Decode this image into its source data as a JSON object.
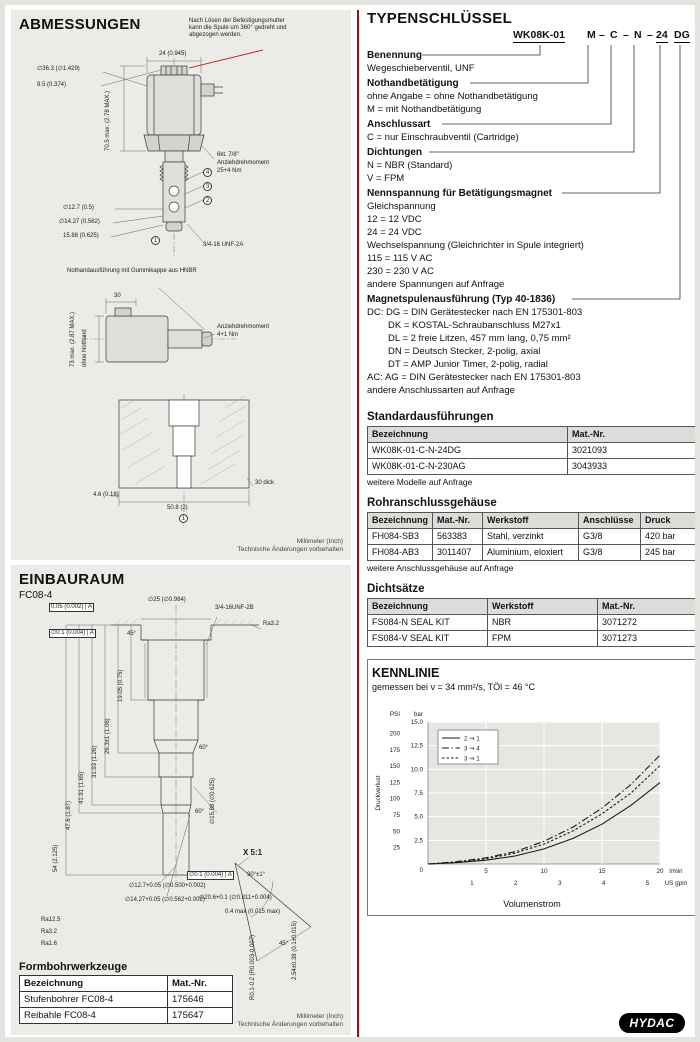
{
  "page": {
    "logo": "HYDAC"
  },
  "left": {
    "abmessungen": {
      "title": "ABMESSUNGEN",
      "spule_note": "Nach Lösen der Befestigungsmutter kann die Spule um 360° gedreht und abgezogen werden.",
      "footnote_units": "Millimeter (Inch)",
      "footnote_changes": "Technische Änderungen vorbehalten",
      "labels": {
        "d36": "∅36.3 (∅1.429)",
        "w24": "24 (0.945)",
        "h95": "9.5 (0.374)",
        "h705": "70.5 max. (2.78 MAX.)",
        "hex": "6kt. 7/8\"",
        "torque1a": "Anziehdrehmoment",
        "torque1b": "25+4 Nm",
        "d127": "∅12.7 (0.5)",
        "d1427": "∅14.27 (0.562)",
        "d1588": "15.88 (0.625)",
        "thread": "3/4-16 UNF-2A",
        "nothand": "Nothandausführung mit Gummikappe aus HNBR",
        "w30": "30",
        "torque2a": "Anziehdrehmoment",
        "torque2b": "4+1 Nm",
        "h73": "73 max. (2.87 MAX.)",
        "ohne": "ohne Nothand",
        "b46": "4.6 (0.18)",
        "b508": "50.8 (2)",
        "dick": "30 dick",
        "p1": "1",
        "p2": "2",
        "p3": "3",
        "p4": "4"
      }
    },
    "einbauraum": {
      "title": "EINBAURAUM",
      "subtitle": "FC08-4",
      "footnote_units": "Millimeter (Inch)",
      "footnote_changes": "Technische Änderungen vorbehalten",
      "labels": {
        "d25": "∅25 (∅0.984)",
        "thread": "3/4-16UNF-2B",
        "d1588": "∅15.88 (∅0.625)",
        "tol1": "0.05 (0.002) | A",
        "tol2": "∅0.1 (0.004) | A",
        "ra32": "Ra3.2",
        "ra125": "Ra12.5",
        "ra16": "Ra1.6",
        "a60": "60°",
        "a45": "45°",
        "a30": "30°±1°",
        "detail": "X 5:1",
        "d206": "∅20.6+0.1 (∅0.811+0.004)",
        "r04": "0.4 max (0.015 max)",
        "d127": "∅12.7+0.05 (∅0.500+0.002)",
        "d1427": "∅14.27+0.05 (∅0.562+0.002)",
        "c254": "2.54±0.38 (0.1±0.015)",
        "r0102": "R0.1-0.2 (R0.003-0.007)",
        "s1905": "19.05 (0.75)",
        "s263": "26.3±1 (1.06)",
        "s3193": "31.93 (1.26)",
        "s4191": "41.91 (1.65)",
        "s476": "47.6 (1.87)",
        "s54": "54 (2.125)"
      }
    },
    "formbohrwerkzeuge": {
      "title": "Formbohrwerkzeuge",
      "headers": [
        "Bezeichnung",
        "Mat.-Nr."
      ],
      "rows": [
        {
          "bezeichnung": "Stufenbohrer FC08-4",
          "mat_nr": "175646"
        },
        {
          "bezeichnung": "Reibahle FC08-4",
          "mat_nr": "175647"
        }
      ]
    }
  },
  "right": {
    "typ": {
      "title": "TYPENSCHLÜSSEL",
      "code_parts": [
        "WK08K-01",
        "M",
        "C",
        "N",
        "24",
        "DG"
      ],
      "code_sep": "–",
      "sections": [
        {
          "heading": "Benennung",
          "lines": [
            "Wegeschieberventil, UNF"
          ]
        },
        {
          "heading": "Nothandbetätigung",
          "lines": [
            "ohne Angabe = ohne Nothandbetätigung",
            "M = mit Nothandbetätigung"
          ]
        },
        {
          "heading": "Anschlussart",
          "lines": [
            "C = nur Einschraubventil (Cartridge)"
          ]
        },
        {
          "heading": "Dichtungen",
          "lines": [
            "N = NBR (Standard)",
            "V = FPM"
          ]
        },
        {
          "heading": "Nennspannung für Betätigungsmagnet",
          "lines": [
            "Gleichspannung",
            "12 = 12 VDC",
            "24 = 24 VDC",
            "Wechselspannung (Gleichrichter in Spule integriert)",
            "115 = 115 V AC",
            "230 = 230 V AC",
            "andere Spannungen auf Anfrage"
          ]
        },
        {
          "heading": "Magnetspulenausführung (Typ 40-1836)",
          "lines": [
            "DC: DG = DIN Gerätestecker nach EN 175301-803",
            "DK = KOSTAL-Schraubanschluss M27x1",
            "DL = 2 freie Litzen, 457 mm lang, 0,75 mm²",
            "DN = Deutsch Stecker, 2-polig, axial",
            "DT = AMP Junior Timer, 2-polig, radial",
            "AC: AG = DIN Gerätestecker nach EN 175301-803",
            "andere Anschlussarten auf Anfrage"
          ]
        }
      ]
    },
    "standard": {
      "title": "Standardausführungen",
      "headers": [
        "Bezeichnung",
        "Mat.-Nr."
      ],
      "rows": [
        {
          "bezeichnung": "WK08K-01-C-N-24DG",
          "mat_nr": "3021093"
        },
        {
          "bezeichnung": "WK08K-01-C-N-230AG",
          "mat_nr": "3043933"
        }
      ],
      "note": "weitere Modelle auf Anfrage"
    },
    "rohr": {
      "title": "Rohranschlussgehäuse",
      "headers": [
        "Bezeichnung",
        "Mat.-Nr.",
        "Werkstoff",
        "Anschlüsse",
        "Druck"
      ],
      "rows": [
        {
          "bezeichnung": "FH084-SB3",
          "mat_nr": "563383",
          "werkstoff": "Stahl, verzinkt",
          "anschluesse": "G3/8",
          "druck": "420 bar"
        },
        {
          "bezeichnung": "FH084-AB3",
          "mat_nr": "3011407",
          "werkstoff": "Aluminium, eloxiert",
          "anschluesse": "G3/8",
          "druck": "245 bar"
        }
      ],
      "note": "weitere Anschlussgehäuse auf Anfrage"
    },
    "dicht": {
      "title": "Dichtsätze",
      "headers": [
        "Bezeichnung",
        "Werkstoff",
        "Mat.-Nr."
      ],
      "rows": [
        {
          "bezeichnung": "FS084-N SEAL KIT",
          "werkstoff": "NBR",
          "mat_nr": "3071272"
        },
        {
          "bezeichnung": "FS084-V SEAL KIT",
          "werkstoff": "FPM",
          "mat_nr": "3071273"
        }
      ]
    },
    "kennlinie": {
      "title": "KENNLINIE",
      "subtitle": "gemessen bei ν = 34 mm²/s, TÖl = 46 °C"
    }
  },
  "chart_data": {
    "type": "line",
    "title": "KENNLINIE",
    "subtitle": "gemessen bei ν = 34 mm²/s, TÖl = 46 °C",
    "xlabel": "Volumenstrom",
    "ylabel": "Druckverlust",
    "x_unit_primary": "l/min",
    "x_unit_secondary": "US gpm",
    "y_unit_outer": "PSI",
    "y_unit_inner": "bar",
    "xlim": [
      0,
      20
    ],
    "ylim_bar": [
      0,
      15
    ],
    "xticks_lmin": [
      5,
      10,
      15,
      20
    ],
    "xticks_usgpm": [
      1,
      2,
      3,
      4,
      5
    ],
    "yticks_bar": [
      2.5,
      5,
      7.5,
      10,
      12.5,
      15
    ],
    "yticks_psi": [
      25,
      50,
      75,
      100,
      125,
      150,
      175,
      200
    ],
    "grid": true,
    "legend_position": "upper left",
    "x": [
      0,
      2.5,
      5,
      7.5,
      10,
      12.5,
      15,
      17.5,
      20
    ],
    "series": [
      {
        "name": "2 ⇒ 1",
        "style": "solid",
        "values_bar": [
          0,
          0.15,
          0.4,
          0.85,
          1.6,
          2.7,
          4.2,
          6.2,
          8.6
        ]
      },
      {
        "name": "3 ⇒ 4",
        "style": "dashdot",
        "values_bar": [
          0,
          0.25,
          0.65,
          1.3,
          2.4,
          3.9,
          5.9,
          8.4,
          11.5
        ]
      },
      {
        "name": "3 ⇒ 1",
        "style": "dotted",
        "values_bar": [
          0,
          0.2,
          0.55,
          1.15,
          2.1,
          3.5,
          5.3,
          7.5,
          10.4
        ]
      }
    ]
  }
}
